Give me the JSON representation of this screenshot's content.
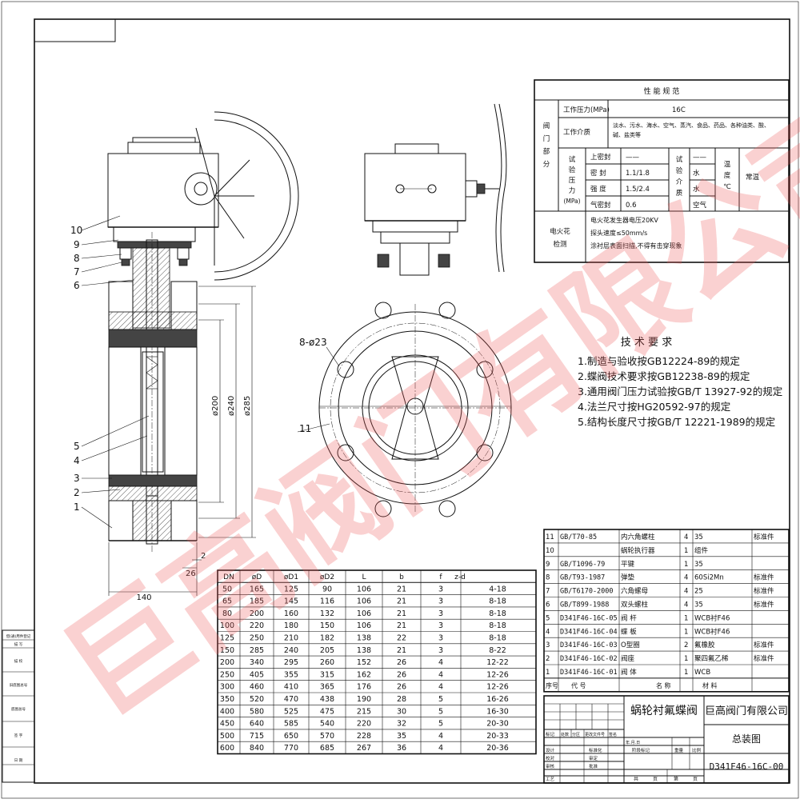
{
  "watermark": "巨高阀门有限公司",
  "part_labels": [
    "10",
    "9",
    "8",
    "7",
    "6",
    "5",
    "4",
    "3",
    "2",
    "1"
  ],
  "front_view_label": "11",
  "hole_callout": "8-ø23",
  "dims": {
    "d200": "ø200",
    "d240": "ø240",
    "d285": "ø285",
    "w140": "140",
    "w26": "26",
    "w2": "2"
  },
  "perf": {
    "title": "性 能 规 范",
    "section_valve": [
      "阀",
      "门",
      "部",
      "分"
    ],
    "work_pressure_label": "工作压力(MPa)",
    "work_pressure_value": "16C",
    "medium_label": "工作介质",
    "medium_value": "淡水、污水、海水、空气、蒸汽、食品、药品、各种油类、酸、碱、盐类等",
    "test_pressure_label": [
      "试",
      "验",
      "压",
      "力",
      "(MPa)"
    ],
    "test_rows": [
      {
        "name": "上密封",
        "value": "——"
      },
      {
        "name": "密 封",
        "value": "1.1/1.8"
      },
      {
        "name": "强 度",
        "value": "1.5/2.4"
      },
      {
        "name": "气密封",
        "value": "0.6"
      }
    ],
    "test_medium_label": [
      "试",
      "验",
      "介",
      "质"
    ],
    "test_medium_values": [
      "——",
      "水",
      "水",
      "空气"
    ],
    "temp_label": [
      "温",
      "度",
      "℃"
    ],
    "temp_value": "常温",
    "spark_label": [
      "电火花",
      "检测"
    ],
    "spark_lines": [
      "电火花发生器电压20KV",
      "探头速度≤50mm/s",
      "涂衬层表面扫描,不得有击穿现象"
    ]
  },
  "tech": {
    "title": "技 术 要 求",
    "items": [
      "1.制造与验收按GB12224-89的规定",
      "2.蝶阀技术要求按GB12238-89的规定",
      "3.通用阀门压力试验按GB/T 13927-92的规定",
      "4.法兰尺寸按HG20592-97的规定",
      "5.结构长度尺寸按GB/T 12221-1989的规定"
    ]
  },
  "dim_table": {
    "headers": [
      "DN",
      "øD",
      "øD1",
      "øD2",
      "L",
      "b",
      "f",
      "z-d"
    ],
    "rows": [
      [
        "50",
        "165",
        "125",
        "90",
        "106",
        "21",
        "3",
        "4-18"
      ],
      [
        "65",
        "185",
        "145",
        "116",
        "106",
        "21",
        "3",
        "8-18"
      ],
      [
        "80",
        "200",
        "160",
        "132",
        "106",
        "21",
        "3",
        "8-18"
      ],
      [
        "100",
        "220",
        "180",
        "150",
        "106",
        "21",
        "3",
        "8-18"
      ],
      [
        "125",
        "250",
        "210",
        "182",
        "138",
        "22",
        "3",
        "8-18"
      ],
      [
        "150",
        "285",
        "240",
        "205",
        "138",
        "21",
        "3",
        "8-22"
      ],
      [
        "200",
        "340",
        "295",
        "260",
        "152",
        "26",
        "4",
        "12-22"
      ],
      [
        "250",
        "405",
        "355",
        "315",
        "162",
        "26",
        "4",
        "12-26"
      ],
      [
        "300",
        "460",
        "410",
        "365",
        "176",
        "26",
        "4",
        "12-26"
      ],
      [
        "350",
        "520",
        "470",
        "438",
        "190",
        "28",
        "5",
        "16-26"
      ],
      [
        "400",
        "580",
        "525",
        "475",
        "215",
        "30",
        "5",
        "16-30"
      ],
      [
        "450",
        "640",
        "585",
        "540",
        "220",
        "32",
        "5",
        "20-30"
      ],
      [
        "500",
        "715",
        "650",
        "570",
        "228",
        "35",
        "4",
        "20-33"
      ],
      [
        "600",
        "840",
        "770",
        "685",
        "267",
        "36",
        "4",
        "20-36"
      ]
    ]
  },
  "bom": {
    "rows": [
      [
        "11",
        "GB/T70-85",
        "内六角螺柱",
        "4",
        "35",
        "标准件"
      ],
      [
        "10",
        "",
        "蜗轮执行器",
        "1",
        "组件",
        ""
      ],
      [
        "9",
        "GB/T1096-79",
        "平键",
        "1",
        "35",
        ""
      ],
      [
        "8",
        "GB/T93-1987",
        "弹垫",
        "4",
        "60Si2Mn",
        "标准件"
      ],
      [
        "7",
        "GB/T6170-2000",
        "六角螺母",
        "4",
        "25",
        "标准件"
      ],
      [
        "6",
        "GB/T899-1988",
        "双头螺柱",
        "4",
        "35",
        "标准件"
      ],
      [
        "5",
        "D341F46-16C-05",
        "阀 杆",
        "1",
        "WCB衬F46",
        ""
      ],
      [
        "4",
        "D341F46-16C-04",
        "蝶 板",
        "1",
        "WCB衬F46",
        ""
      ],
      [
        "3",
        "D341F46-16C-03",
        "O型圈",
        "2",
        "氟橡胶",
        "标准件"
      ],
      [
        "2",
        "D341F46-16C-02",
        "阀座",
        "1",
        "聚四氟乙稀",
        "标准件"
      ],
      [
        "1",
        "D341F46-16C-01",
        "阀 体",
        "1",
        "WCB",
        ""
      ]
    ],
    "headers": [
      "序号",
      "代 号",
      "名 称",
      "",
      "材 料",
      ""
    ]
  },
  "title_block": {
    "product": "蜗轮衬氟蝶阀",
    "company": "巨高阀门有限公司",
    "drawing_name": "总装图",
    "drawing_no": "D341F46-16C-00",
    "left_rows": [
      "标记",
      "设计",
      "校对",
      "审核",
      "工艺"
    ],
    "left_cols": [
      "处数",
      "分区",
      "更改文件号",
      "签名",
      "年.月.日"
    ],
    "left_extra": [
      "标准化",
      "审定",
      "批准"
    ],
    "stage": [
      "阶段标记",
      "重量",
      "比例"
    ],
    "sheet": [
      "共",
      "页",
      "第",
      "页"
    ]
  },
  "side_strip": [
    "借(通)用件登记",
    "描 写",
    "描 校",
    "旧底图总号",
    "底图总号",
    "签 字",
    "日 期"
  ]
}
